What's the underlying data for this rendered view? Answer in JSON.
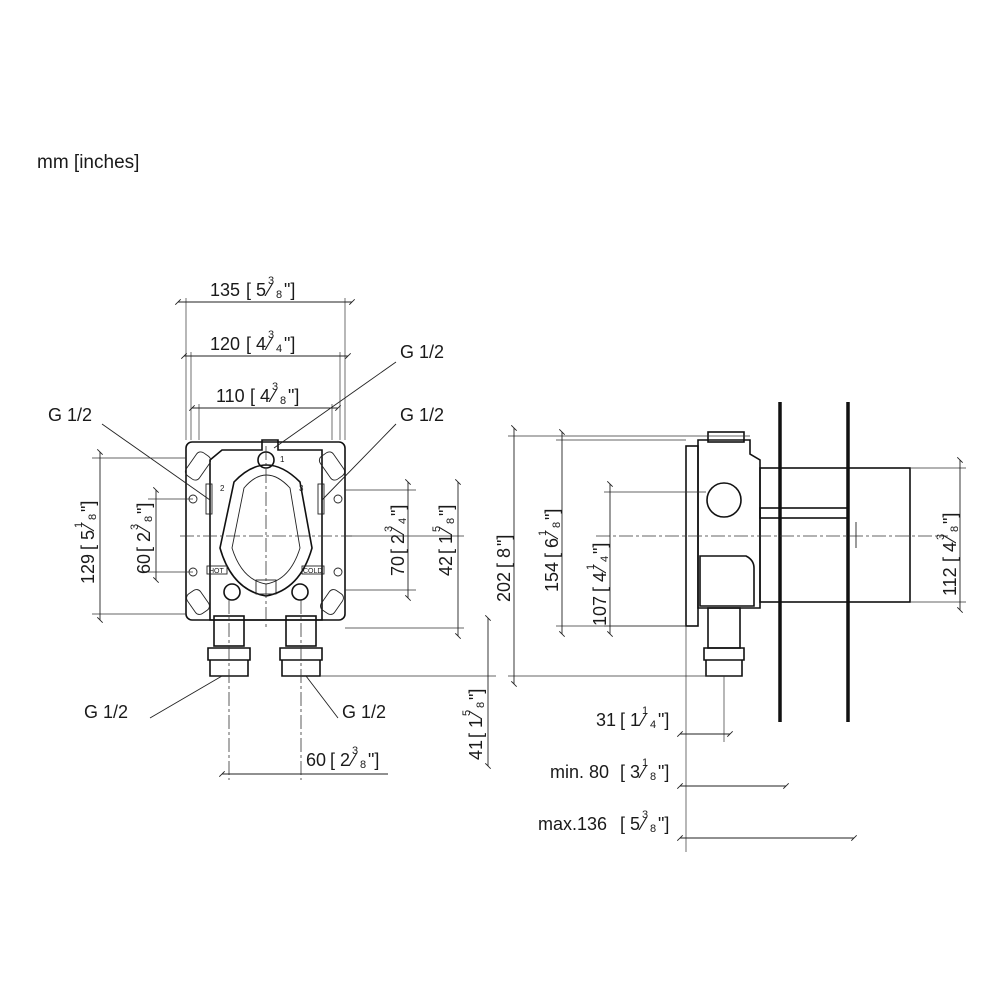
{
  "units_label": "mm [inches]",
  "thread_label": "G 1/2",
  "front_view": {
    "dims": {
      "w135": {
        "mm": "135",
        "whole": "5",
        "num": "3",
        "den": "8"
      },
      "w120": {
        "mm": "120",
        "whole": "4",
        "num": "3",
        "den": "4"
      },
      "w110": {
        "mm": "110",
        "whole": "4",
        "num": "3",
        "den": "8"
      },
      "h129": {
        "mm": "129",
        "whole": "5",
        "num": "1",
        "den": "8"
      },
      "h60": {
        "mm": "60",
        "whole": "2",
        "num": "3",
        "den": "8"
      },
      "h70": {
        "mm": "70",
        "whole": "2",
        "num": "3",
        "den": "4"
      },
      "h42": {
        "mm": "42",
        "whole": "1",
        "num": "5",
        "den": "8"
      },
      "h41": {
        "mm": "41",
        "whole": "1",
        "num": "5",
        "den": "8"
      },
      "w60": {
        "mm": "60",
        "whole": "2",
        "num": "3",
        "den": "8"
      }
    },
    "port_labels": {
      "hot": "HOT",
      "cold": "COLD",
      "num1": "1",
      "num2": "2",
      "num3": "3"
    }
  },
  "side_view": {
    "dims": {
      "h202": {
        "mm": "202",
        "inch": "8"
      },
      "h154": {
        "mm": "154",
        "whole": "6",
        "num": "1",
        "den": "8"
      },
      "h107": {
        "mm": "107",
        "whole": "4",
        "num": "1",
        "den": "4"
      },
      "h112": {
        "mm": "112",
        "whole": "4",
        "num": "3",
        "den": "8"
      },
      "d31": {
        "mm": "31",
        "whole": "1",
        "num": "1",
        "den": "4"
      },
      "min80": {
        "label": "min. 80",
        "whole": "3",
        "num": "1",
        "den": "8"
      },
      "max136": {
        "label": "max.136",
        "whole": "5",
        "num": "3",
        "den": "8"
      }
    }
  },
  "colors": {
    "line": "#1a1a1a",
    "background": "#ffffff"
  }
}
